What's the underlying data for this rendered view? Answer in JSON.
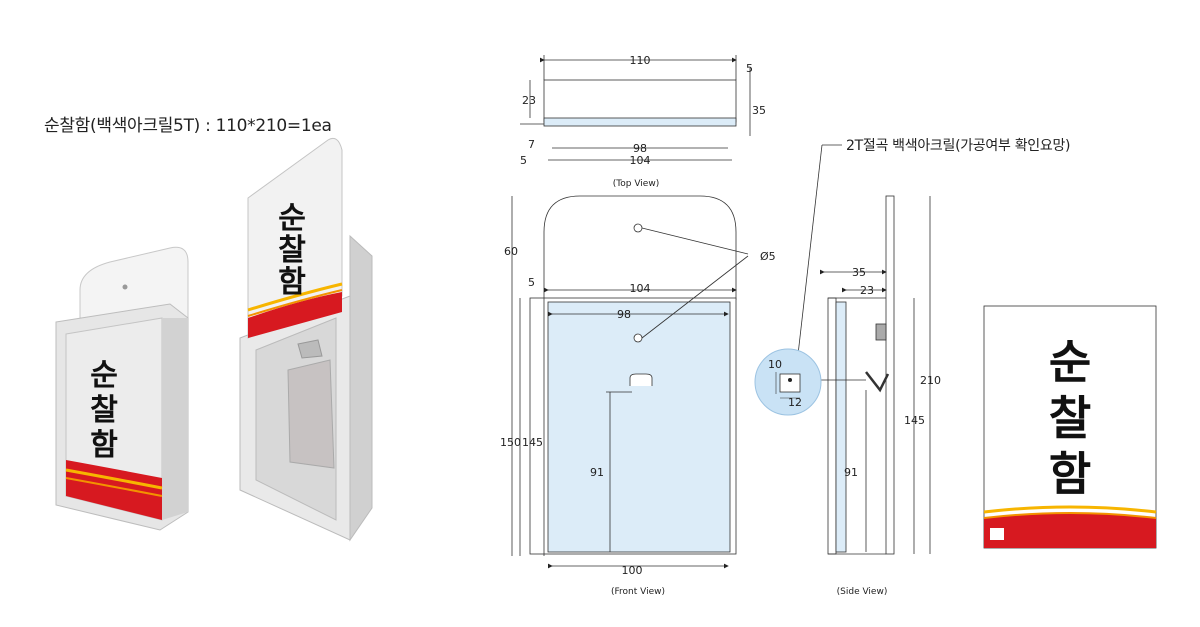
{
  "title": "순찰함(백색아크릴5T) : 110*210=1ea",
  "note": "2T절곡 백색아크릴(가공여부 확인요망)",
  "sign_text": [
    "순",
    "찰",
    "함"
  ],
  "views": {
    "top_caption": "(Top View)",
    "front_caption": "(Front View)",
    "side_caption": "(Side View)"
  },
  "top_dims": {
    "w110": "110",
    "d5": "5",
    "d23": "23",
    "d35": "35",
    "d7": "7",
    "d5b": "5",
    "w98": "98",
    "w104": "104"
  },
  "front_dims": {
    "d60": "60",
    "d5": "5",
    "w104": "104",
    "w98": "98",
    "hole": "Ø5",
    "d150": "150",
    "d145": "145",
    "d91": "91",
    "w100": "100"
  },
  "side_dims": {
    "d35": "35",
    "d23": "23",
    "d210": "210",
    "d145": "145",
    "d91": "91"
  },
  "detail_dims": {
    "d10": "10",
    "d12": "12"
  },
  "colors": {
    "red": "#d71920",
    "orange": "#f39200",
    "yellow": "#f7b500",
    "acrylic": "#dcecf8",
    "detail": "#c9e2f5",
    "line": "#333333"
  }
}
